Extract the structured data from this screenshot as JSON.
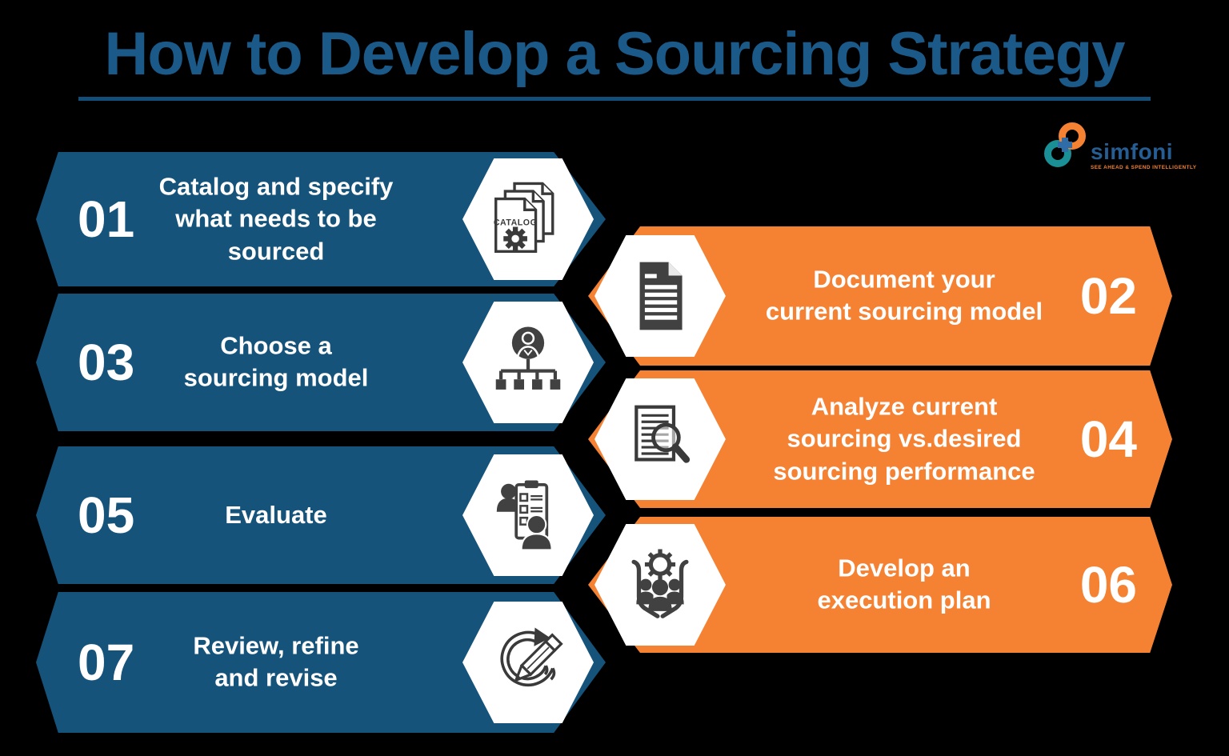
{
  "title": "How to Develop a Sourcing Strategy",
  "logo": {
    "name": "simfoni",
    "tagline": "SEE AHEAD & SPEND INTELLIGENTLY"
  },
  "colors": {
    "background": "#000000",
    "blue_banner": "#15537B",
    "orange_banner": "#F58233",
    "title_blue": "#1B5A88",
    "underline_blue": "#134E78",
    "icon_gray": "#3A3A3A",
    "logo_blue": "#265E94",
    "logo_teal": "#1A8F96",
    "logo_orange": "#F58233",
    "text_white": "#FFFFFF"
  },
  "steps": [
    {
      "number": "01",
      "text": "Catalog and specify\nwhat needs to be\nsourced",
      "side": "left",
      "color": "blue",
      "icon": "catalog-icon"
    },
    {
      "number": "02",
      "text": "Document your\ncurrent sourcing model",
      "side": "right",
      "color": "orange",
      "icon": "document-icon"
    },
    {
      "number": "03",
      "text": "Choose a\nsourcing model",
      "side": "left",
      "color": "blue",
      "icon": "org-chart-icon"
    },
    {
      "number": "04",
      "text": "Analyze current\nsourcing vs.desired\nsourcing performance",
      "side": "right",
      "color": "orange",
      "icon": "document-magnifier-icon"
    },
    {
      "number": "05",
      "text": "Evaluate",
      "side": "left",
      "color": "blue",
      "icon": "clipboard-people-icon"
    },
    {
      "number": "06",
      "text": "Develop an\nexecution plan",
      "side": "right",
      "color": "orange",
      "icon": "gear-team-icon"
    },
    {
      "number": "07",
      "text": "Review, refine\nand revise",
      "side": "left",
      "color": "blue",
      "icon": "pencil-cycle-icon"
    }
  ]
}
